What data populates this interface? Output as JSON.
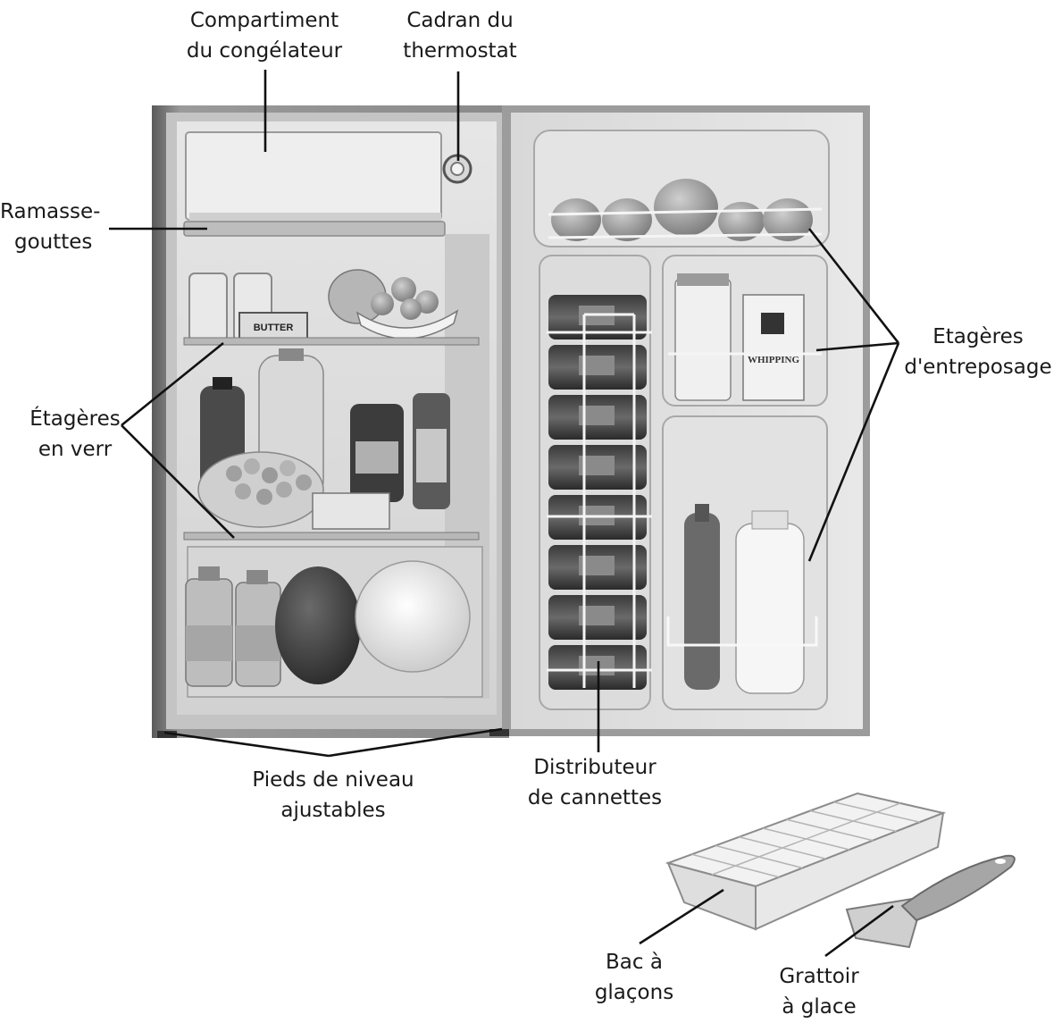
{
  "labels": {
    "freezer": [
      "Compartiment",
      "du congélateur"
    ],
    "thermostat": [
      "Cadran du",
      "thermostat"
    ],
    "drip_tray": [
      "Ramasse-",
      "gouttes"
    ],
    "glass_shelves": [
      "Étagères",
      "en verr"
    ],
    "storage_shelves": [
      "Etagères",
      "d'entreposage"
    ],
    "leveling_feet": [
      "Pieds de niveau",
      "ajustables"
    ],
    "can_dispenser": [
      "Distributeur",
      "de cannettes"
    ],
    "ice_tray": [
      "Bac à",
      "glaçons"
    ],
    "ice_scraper": [
      "Grattoir",
      "à glace"
    ]
  },
  "product_text": {
    "butter": "BUTTER",
    "cream": "WHIPPING"
  }
}
